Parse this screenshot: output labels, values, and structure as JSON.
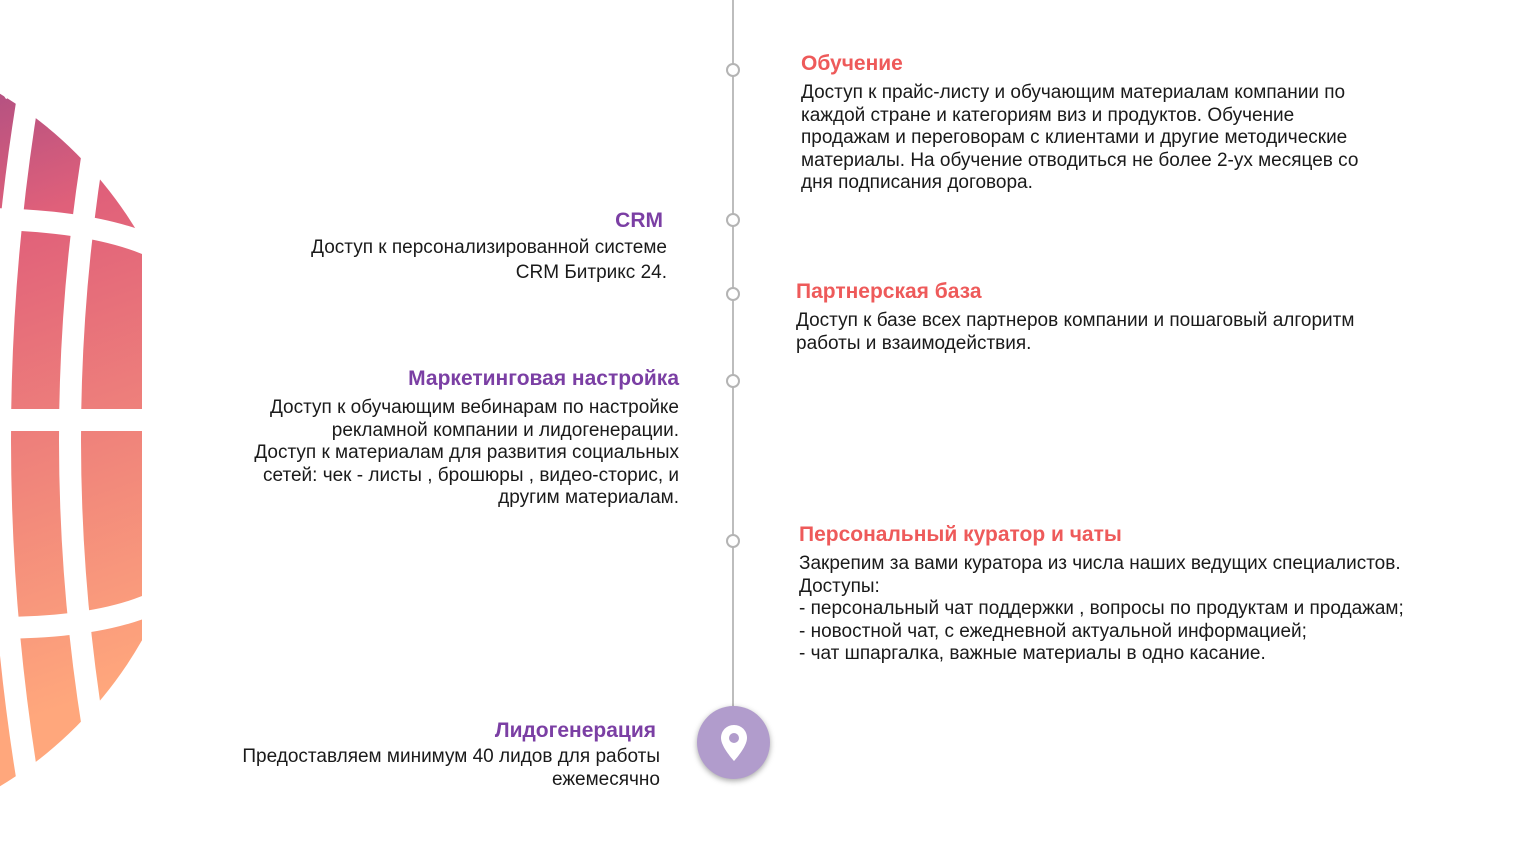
{
  "colors": {
    "right_title": "#ee5a5a",
    "left_title": "#7b3fa4",
    "pin_bg": "#b19ccc",
    "line": "#bdbdbd"
  },
  "items": {
    "training": {
      "title": "Обучение",
      "body": "Доступ к прайс-листу и обучающим материалам компании по\nкаждой стране и категориям виз и продуктов. Обучение\nпродажам и переговорам с клиентами и другие методические\nматериалы. На обучение отводиться не более 2-ух месяцев со\nдня подписания договора."
    },
    "crm": {
      "title": "CRM",
      "body": "Доступ к персонализированной системе\nCRM Битрикс 24."
    },
    "partner_base": {
      "title": "Партнерская база",
      "body": "Доступ к базе всех партнеров компании и пошаговый алгоритм\nработы и взаимодействия."
    },
    "marketing": {
      "title": "Маркетинговая настройка",
      "body": "Доступ к обучающим вебинарам по настройке\nрекламной компании и лидогенерации.\nДоступ к материалам для развития социальных\nсетей: чек - листы , брошюры , видео-сторис, и\nдругим материалам."
    },
    "curator": {
      "title": "Персональный куратор и чаты",
      "body": "Закрепим за вами куратора из числа наших ведущих специалистов.\nДоступы:\n- персональный чат поддержки , вопросы по продуктам и продажам;\n- новостной чат, с ежедневной актуальной информацией;\n- чат шпаргалка, важные материалы в одно касание."
    },
    "leadgen": {
      "title": "Лидогенерация",
      "body": "Предоставляем минимум 40 лидов для работы\nежемесячно"
    }
  },
  "icons": {
    "pin": "location-pin-icon",
    "globe": "globe-icon"
  }
}
